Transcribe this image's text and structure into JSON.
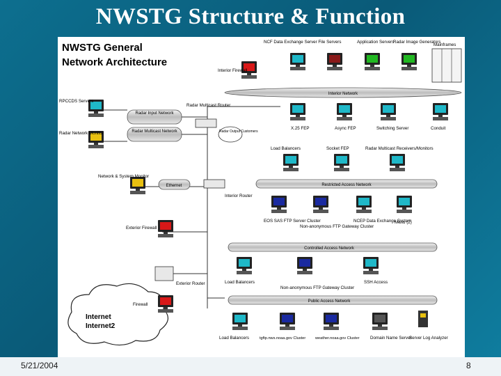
{
  "slide": {
    "title": "NWSTG Structure & Function",
    "date": "5/21/2004",
    "page_number": "8"
  },
  "diagram": {
    "heading_line1": "NWSTG General",
    "heading_line2": "Network Architecture",
    "networks": {
      "interior": "Interior Network",
      "restricted": "Restricted Access Network",
      "controlled": "Controlled Access Network",
      "public": "Public Access Network",
      "radar_input": "Radar Input Network",
      "radar_multicast": "Radar Multicast Network",
      "ethernet": "Ethernet",
      "internet_line1": "Internet",
      "internet_line2": "Internet2"
    },
    "labels": {
      "interior_firewall": "Interior Firewall",
      "ncf_data": "NCF Data Exchange Server File Servers",
      "application_servers": "Application Servers",
      "radar_image_generators": "Radar Image Generators",
      "mainframes": "Mainframes",
      "rpccds_servers": "RPCCDS Servers",
      "radar_multicast_router": "Radar Multicast Router",
      "radar_network_monitor": "Radar Network Monitor",
      "radar_output_customers": "Radar Output Customers",
      "x25_fep": "X.25 FEP",
      "async_fep": "Async FEP",
      "switching_server": "Switching Server",
      "conduit": "Conduit",
      "load_balancers_1": "Load Balancers",
      "socket_fep": "Socket FEP",
      "radar_multicast_receivers": "Radar Multicast Receivers/Monitors",
      "network_system_monitor": "Network & System Monitor",
      "interior_router": "Interior Router",
      "eos_sas": "EOS SAS FTP Server Cluster",
      "non_anon_ftp_1": "Non-anonymous FTP Gateway Cluster",
      "ncep_data": "NCEP Data Exchange System",
      "menu": "Menu (2)",
      "exterior_firewall": "Exterior Firewall",
      "load_balancers_2": "Load Balancers",
      "non_anon_ftp_2": "Non-anonymous FTP Gateway Cluster",
      "ssh_access": "SSH Access",
      "exterior_router": "Exterior Router",
      "firewall": "Firewall",
      "load_balancers_3": "Load Balancers",
      "tgftp": "tgftp.nws.noaa.gov Cluster",
      "weather": "weather.noaa.gov Cluster",
      "domain_name_server": "Domain Name Server",
      "server_log_analyzer": "Server Log Analyzer"
    },
    "colors": {
      "monitor_cyan": "#1fb8c8",
      "monitor_red": "#d81818",
      "monitor_darkred": "#8a1a1a",
      "monitor_green": "#22b822",
      "monitor_blue": "#1a2aa0",
      "monitor_yellow": "#e8c010"
    }
  }
}
